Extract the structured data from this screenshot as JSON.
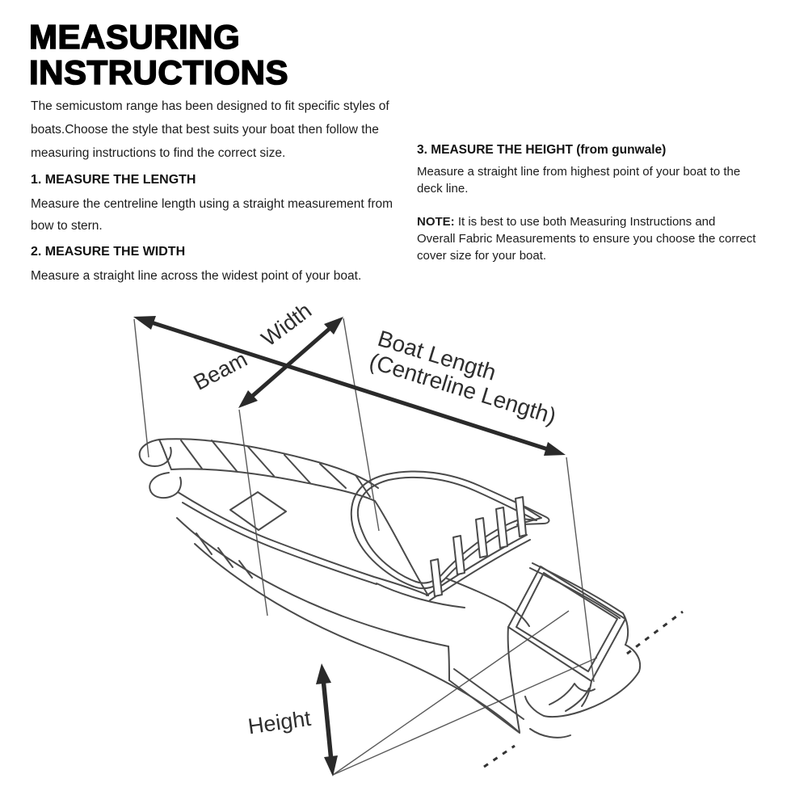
{
  "header": {
    "title_line1": "MEASURING",
    "title_line2": "INSTRUCTIONS"
  },
  "intro": {
    "lines": [
      "The semicustom range has been designed to fit specific styles of",
      "boats.Choose the style that best suits your boat then follow the",
      "measuring instructions to find the correct size."
    ]
  },
  "step1": {
    "heading": "1. MEASURE THE LENGTH",
    "lines": [
      "Measure the centreline length using a straight measurement from",
      "bow to stern."
    ]
  },
  "step2": {
    "heading": "2. MEASURE THE WIDTH",
    "lines": [
      "Measure a straight line across the widest point of your boat."
    ]
  },
  "step3": {
    "heading": "3. MEASURE THE HEIGHT (from gunwale)",
    "lines": [
      "Measure a straight line from highest point of your boat to the",
      "deck line."
    ]
  },
  "note": {
    "label": "NOTE:",
    "rest": " It is best to use both Measuring Instructions and",
    "lines": [
      "Overall Fabric Measurements to ensure you choose the correct",
      "cover size for your boat."
    ]
  },
  "diagram": {
    "beam_label": "Beam",
    "width_label": "Width",
    "boat_length_label_line1": "Boat Length",
    "boat_length_label_line2": "(Centreline Length)",
    "height_label": "Height"
  },
  "colors": {
    "ink": "#000000",
    "body_text": "#1c1c1c",
    "drawing_line": "#4a4a4a",
    "arrow": "#2a2a2a",
    "background": "#ffffff"
  }
}
